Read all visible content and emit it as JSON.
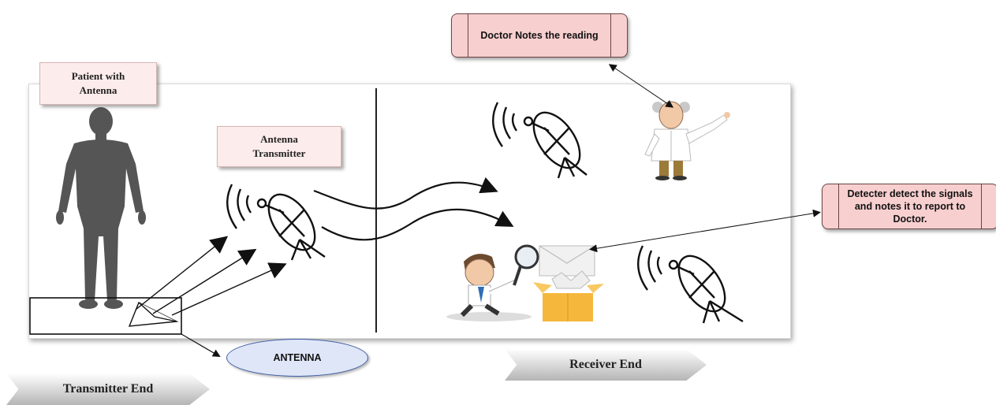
{
  "labels": {
    "patient": "Patient with Antenna",
    "transmitter": "Antenna Transmitter",
    "doctor_note": "Doctor Notes the reading",
    "detector_note": "Detecter detect the signals and notes it to report to Doctor.",
    "antenna": "ANTENNA",
    "transmitter_end": "Transmitter End",
    "receiver_end": "Receiver End"
  },
  "icons": [
    "human-silhouette-icon",
    "satellite-dish-icon",
    "doctor-icon",
    "detective-icon",
    "envelope-icon",
    "magnifier-icon",
    "open-box-icon",
    "paper-plane-icon"
  ],
  "colors": {
    "callout_fill": "#f8cfcf",
    "label_fill": "#fdecec",
    "ellipse_fill": "#dfe6f7",
    "silhouette": "#555555"
  }
}
